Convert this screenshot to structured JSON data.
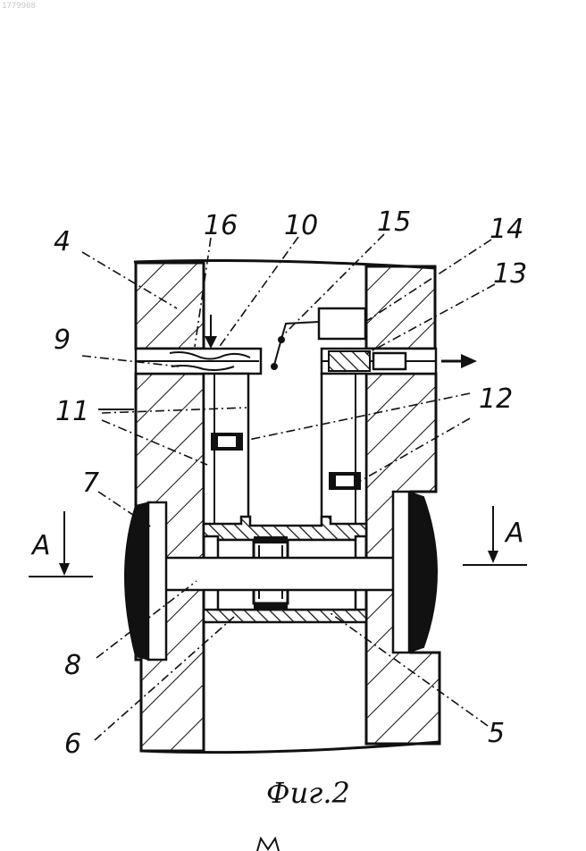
{
  "stamp": "1779908",
  "caption": "Фиг.2",
  "labels": {
    "l4": "4",
    "l16": "16",
    "l10": "10",
    "l15": "15",
    "l14": "14",
    "l13": "13",
    "l9": "9",
    "l11": "11",
    "l12": "12",
    "l7": "7",
    "lA_left": "A",
    "lA_right": "A",
    "l8": "8",
    "l6": "6",
    "l5": "5"
  }
}
